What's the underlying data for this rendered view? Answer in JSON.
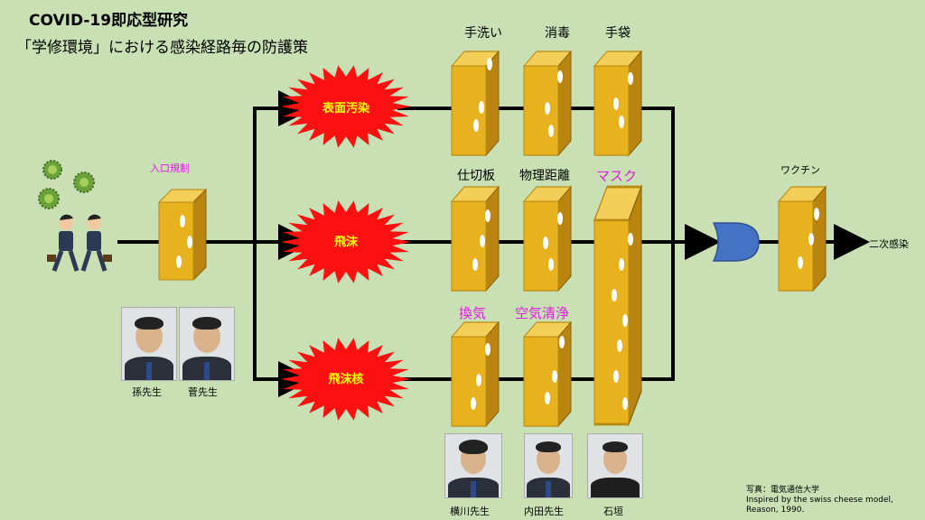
{
  "title": "COVID-19即応型研究",
  "subtitle": "「学修環境」における感染経路毎の防護策",
  "routes": {
    "surface": "表面汚染",
    "droplet": "飛沫",
    "aerosol": "飛沫核"
  },
  "barriers": {
    "entry": "入口規制",
    "handwash": "手洗い",
    "disinfect": "消毒",
    "gloves": "手袋",
    "partition": "仕切板",
    "distance": "物理距離",
    "mask": "マスク",
    "ventilation": "換気",
    "air_purify": "空気清浄",
    "vaccine": "ワクチン"
  },
  "outcome": "二次感染",
  "people": {
    "son": "孫先生",
    "suga": "菅先生",
    "yokokawa": "横川先生",
    "uchida": "内田先生",
    "ishigaki": "石垣"
  },
  "credit": "写真：電気通信大学\nInspired by the swiss cheese model,\nReason, 1990.",
  "colors": {
    "background": "#c8e0b4",
    "cheese": "#e8b21f",
    "burst": "#ff1010",
    "burst_text": "#ffff00",
    "highlight": "#e020e0",
    "gate": "#4472c4"
  }
}
